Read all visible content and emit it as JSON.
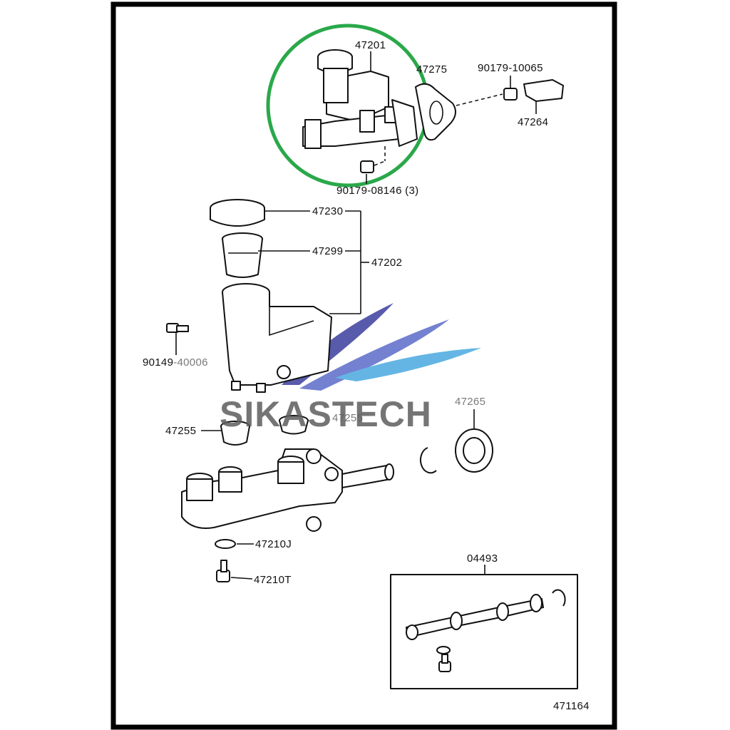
{
  "figure_id": "471164",
  "watermark": "SIKASTECH",
  "highlight_color": "#2aa84a",
  "watermark_swoosh_colors": [
    "#3b3e9e",
    "#4aa9e0"
  ],
  "labels": {
    "p47201": "47201",
    "p47275": "47275",
    "p90179_10065": "90179-10065",
    "p47264": "47264",
    "p90179_08146": "90179-08146 (3)",
    "p47230": "47230",
    "p47299": "47299",
    "p47202": "47202",
    "p90149_a": "90149",
    "p90149_b": "-40006",
    "p47265": "47265",
    "p47255_left": "47255",
    "p47255_right": "47255",
    "p47210J": "47210J",
    "p47210T": "47210T",
    "p04493": "04493"
  }
}
